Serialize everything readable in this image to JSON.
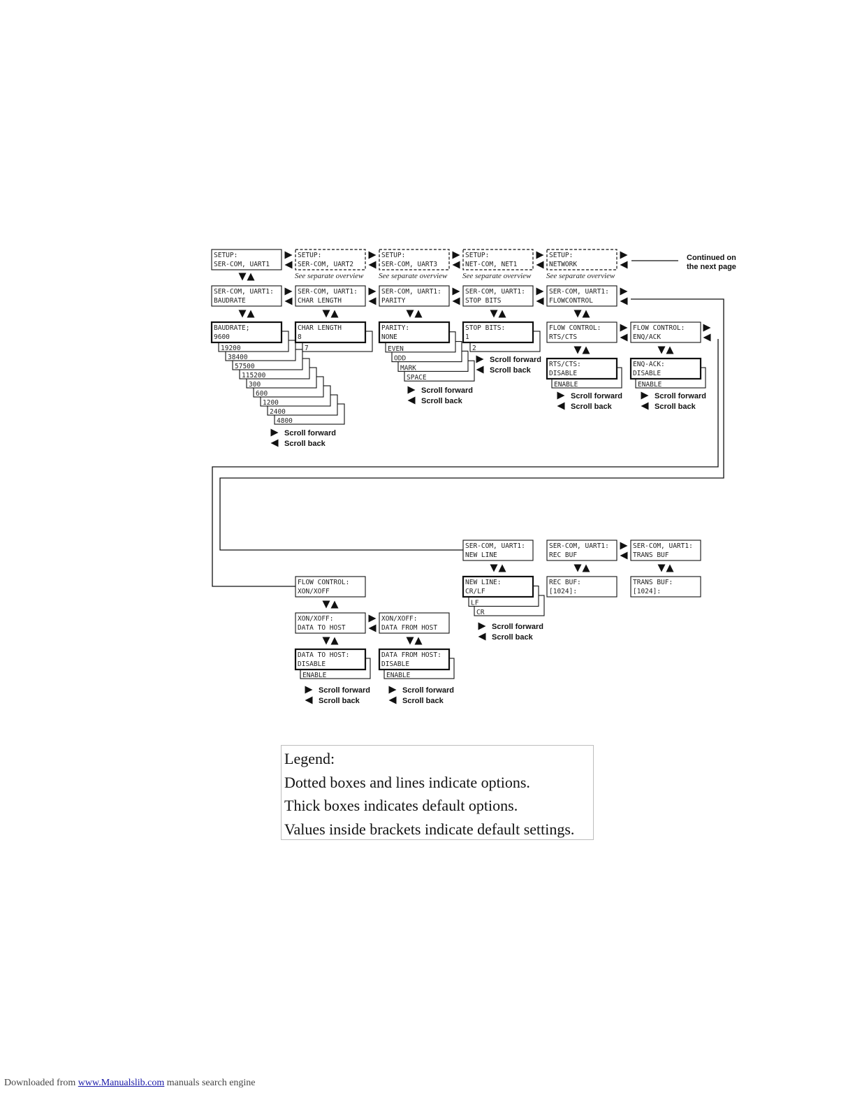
{
  "nodes": [
    {
      "id": "setup-uart1",
      "lines": [
        "SETUP:",
        "SER-COM, UART1"
      ]
    },
    {
      "id": "setup-uart2",
      "lines": [
        "SETUP:",
        "SER-COM, UART2"
      ]
    },
    {
      "id": "setup-uart3",
      "lines": [
        "SETUP:",
        "SER-COM, UART3"
      ]
    },
    {
      "id": "setup-net1",
      "lines": [
        "SETUP:",
        "NET-COM, NET1"
      ]
    },
    {
      "id": "setup-network",
      "lines": [
        "SETUP:",
        "NETWORK"
      ]
    },
    {
      "id": "baudrate-menu",
      "lines": [
        "SER-COM, UART1:",
        "BAUDRATE"
      ]
    },
    {
      "id": "charlength-menu",
      "lines": [
        "SER-COM, UART1:",
        "CHAR LENGTH"
      ]
    },
    {
      "id": "parity-menu",
      "lines": [
        "SER-COM, UART1:",
        "PARITY"
      ]
    },
    {
      "id": "stopbits-menu",
      "lines": [
        "SER-COM, UART1:",
        "STOP BITS"
      ]
    },
    {
      "id": "flowcontrol-menu",
      "lines": [
        "SER-COM, UART1:",
        "FLOWCONTROL"
      ]
    },
    {
      "id": "baudrate-value",
      "lines": [
        "BAUDRATE;",
        "9600"
      ]
    },
    {
      "id": "charlength-value",
      "lines": [
        "CHAR LENGTH",
        "8"
      ]
    },
    {
      "id": "parity-value",
      "lines": [
        "PARITY:",
        "NONE"
      ]
    },
    {
      "id": "stopbits-value",
      "lines": [
        "STOP BITS:",
        "1"
      ]
    },
    {
      "id": "flow-rtscts",
      "lines": [
        "FLOW CONTROL:",
        "RTS/CTS"
      ]
    },
    {
      "id": "flow-enqack",
      "lines": [
        "FLOW CONTROL:",
        "ENQ/ACK"
      ]
    },
    {
      "id": "rtscts-value",
      "lines": [
        "RTS/CTS:",
        "DISABLE"
      ]
    },
    {
      "id": "enqack-value",
      "lines": [
        "ENQ-ACK:",
        "DISABLE"
      ]
    },
    {
      "id": "newline-menu",
      "lines": [
        "SER-COM, UART1:",
        "NEW LINE"
      ]
    },
    {
      "id": "recbuf-menu",
      "lines": [
        "SER-COM, UART1:",
        "REC BUF"
      ]
    },
    {
      "id": "transbuf-menu",
      "lines": [
        "SER-COM, UART1:",
        "TRANS BUF"
      ]
    },
    {
      "id": "flow-xonxoff",
      "lines": [
        "FLOW CONTROL:",
        "XON/XOFF"
      ]
    },
    {
      "id": "newline-value",
      "lines": [
        "NEW LINE:",
        "CR/LF"
      ]
    },
    {
      "id": "recbuf-value",
      "lines": [
        "REC BUF:",
        "[1024]:"
      ]
    },
    {
      "id": "transbuf-value",
      "lines": [
        "TRANS BUF:",
        "[1024]:"
      ]
    },
    {
      "id": "xonxoff-datatohost",
      "lines": [
        "XON/XOFF:",
        "DATA TO HOST"
      ]
    },
    {
      "id": "xonxoff-datafromhost",
      "lines": [
        "XON/XOFF:",
        "DATA FROM HOST"
      ]
    },
    {
      "id": "datatohost-value",
      "lines": [
        "DATA TO HOST:",
        "DISABLE"
      ]
    },
    {
      "id": "datafromhost-value",
      "lines": [
        "DATA FROM HOST:",
        "DISABLE"
      ]
    }
  ],
  "option_stacks": [
    {
      "id": "baudrate-options",
      "items": [
        "19200",
        "38400",
        "57500",
        "115200",
        "300",
        "600",
        "1200",
        "2400",
        "4800"
      ]
    },
    {
      "id": "charlength-options",
      "items": [
        "7"
      ]
    },
    {
      "id": "parity-options",
      "items": [
        "EVEN",
        "ODD",
        "MARK",
        "SPACE"
      ]
    },
    {
      "id": "stopbits-options",
      "items": [
        "2"
      ]
    },
    {
      "id": "rtscts-options",
      "items": [
        "ENABLE"
      ]
    },
    {
      "id": "enqack-options",
      "items": [
        "ENABLE"
      ]
    },
    {
      "id": "newline-options",
      "items": [
        "LF",
        "CR"
      ]
    },
    {
      "id": "datatohost-options",
      "items": [
        "ENABLE"
      ]
    },
    {
      "id": "datafromhost-options",
      "items": [
        "ENABLE"
      ]
    }
  ],
  "see_separate_overview": "See separate overview",
  "continued_on": [
    "Continued on",
    "the next page"
  ],
  "scroll_forward": "Scroll forward",
  "scroll_back": "Scroll back",
  "legend": {
    "title": "Legend:",
    "lines": [
      "Dotted boxes and lines indicate options.",
      "Thick boxes indicates default options.",
      "Values inside brackets indicate default settings."
    ]
  },
  "footer": {
    "prefix": "Downloaded from ",
    "link": "www.Manualslib.com",
    "suffix": "  manuals search engine"
  }
}
